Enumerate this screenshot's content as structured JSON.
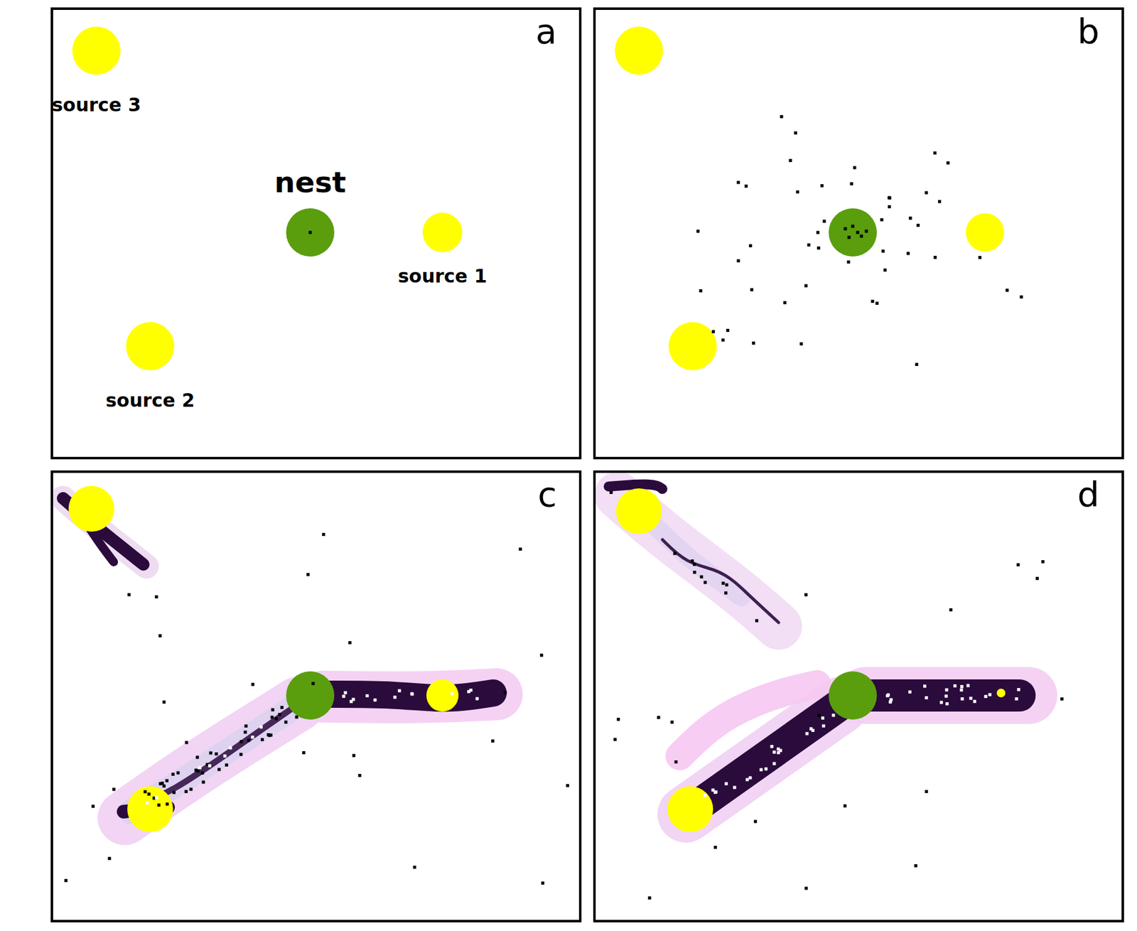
{
  "diagram": {
    "nodes": [
      {
        "text": [
          "a"
        ]
      },
      {
        "text": [
          "source 3"
        ],
        "in": 0
      },
      {
        "text": [
          "nest"
        ],
        "in": 0
      },
      {
        "text": [
          "source 1"
        ],
        "in": 0
      },
      {
        "text": [
          "source 2"
        ],
        "in": 0
      },
      {
        "text": [
          "b"
        ]
      },
      {
        "text": [
          "c"
        ]
      },
      {
        "text": [
          "d"
        ]
      }
    ]
  }
}
